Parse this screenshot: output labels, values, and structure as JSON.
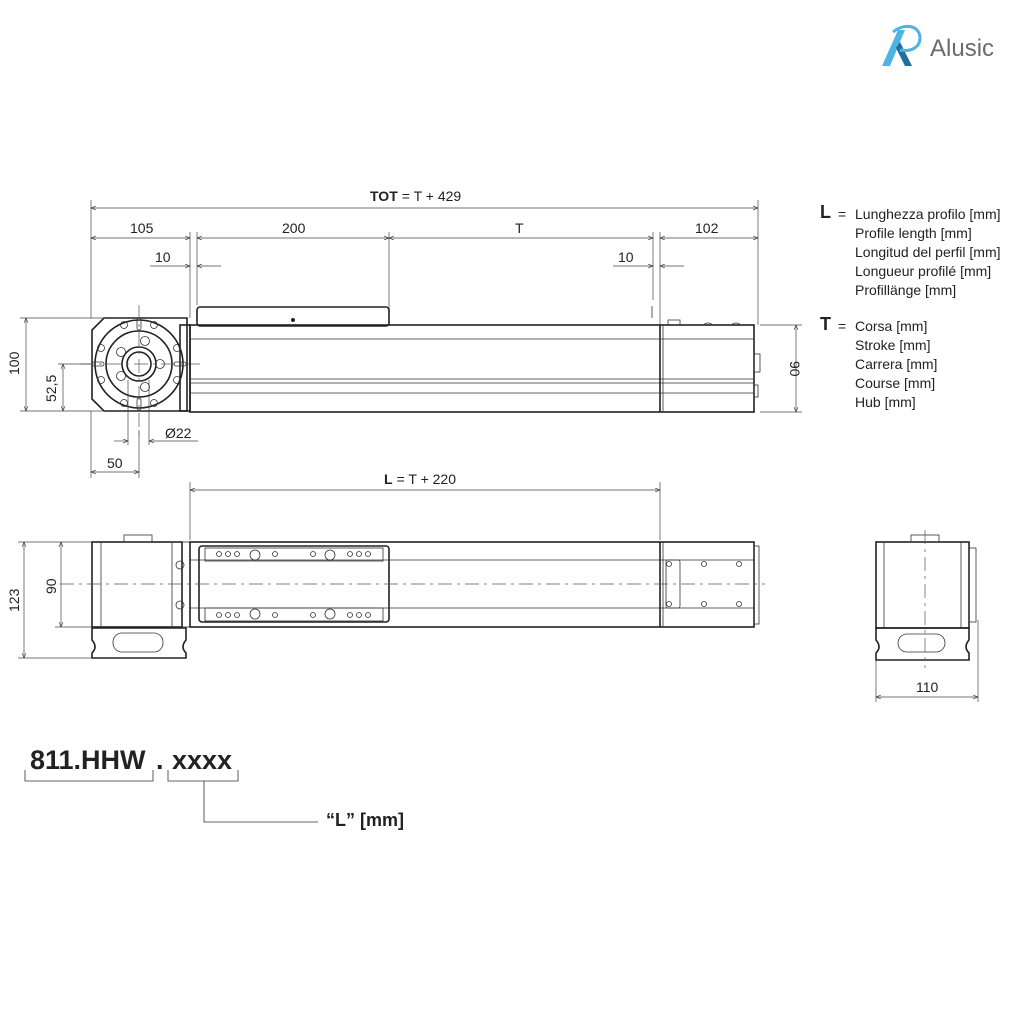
{
  "logo": {
    "brand": "Alusic",
    "accent": "#4fb3e3",
    "dark": "#1f6f9a"
  },
  "top_view": {
    "dims": {
      "tot_label": "TOT",
      "tot_expr": "= T + 429",
      "d105": "105",
      "d200": "200",
      "dT": "T",
      "d102": "102",
      "d10_left": "10",
      "d10_right": "10",
      "height_100": "100",
      "height_52_5": "52,5",
      "dia_22": "Ø22",
      "width_50": "50",
      "height_90": "90"
    }
  },
  "front_view": {
    "dims": {
      "l_label": "L",
      "l_expr": "= T + 220",
      "height_123": "123",
      "height_90": "90"
    }
  },
  "end_view": {
    "dims": {
      "width_110": "110"
    }
  },
  "legend": {
    "L": {
      "key": "L",
      "eq": "=",
      "lines": [
        "Lunghezza profilo [mm]",
        "Profile length [mm]",
        "Longitud del perfil [mm]",
        "Longueur profilé [mm]",
        "Profillänge [mm]"
      ]
    },
    "T": {
      "key": "T",
      "eq": "=",
      "lines": [
        "Corsa [mm]",
        "Stroke [mm]",
        "Carrera [mm]",
        "Course [mm]",
        "Hub [mm]"
      ]
    }
  },
  "order_code": {
    "prefix": "811.HHW",
    "separator": ".",
    "variable": "xxxx",
    "variable_meaning": "“L” [mm]"
  }
}
